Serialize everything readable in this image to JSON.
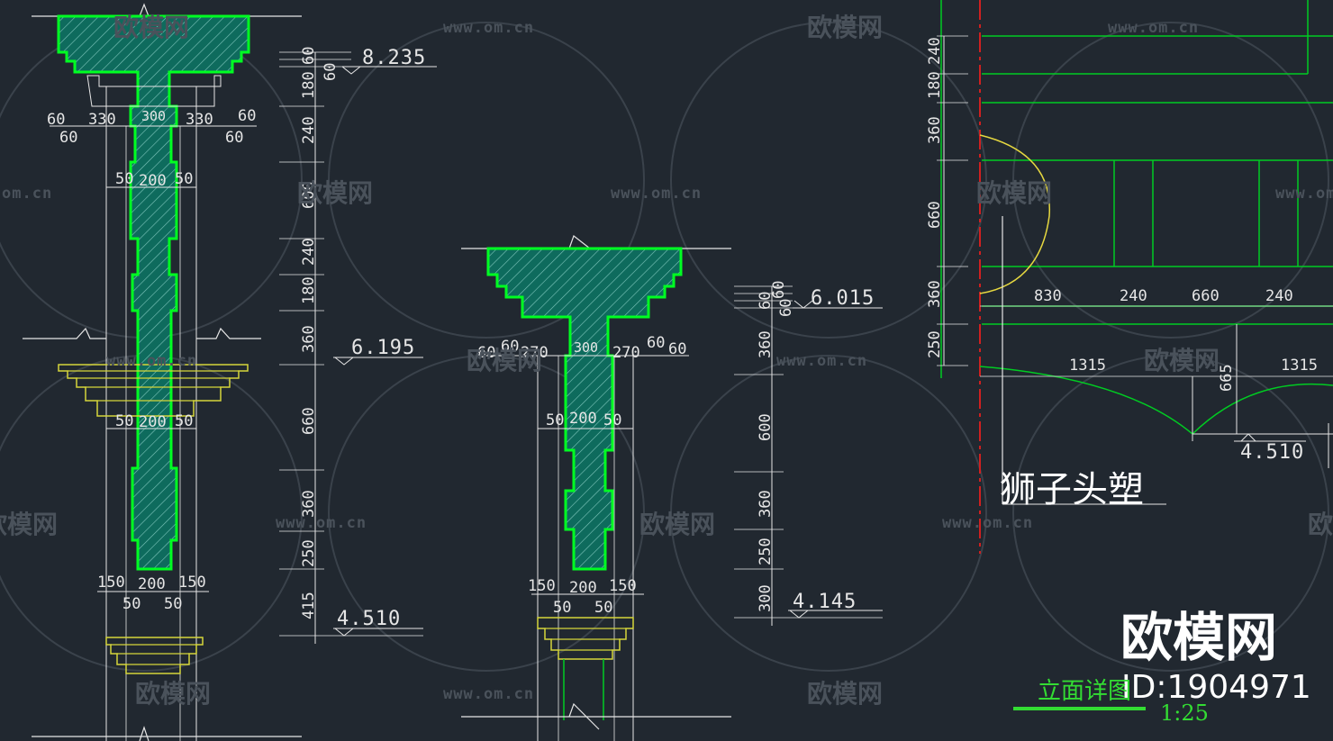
{
  "colors": {
    "background": "#212830",
    "outline": "#00ff22",
    "hatch_fill": "#0e6b5d",
    "dimension": "#e6e6e6",
    "steps": "#d6d63a",
    "red_axis": "#d02020",
    "watermark": "#4a525b"
  },
  "watermark": {
    "brand": "欧模网",
    "url": "www.om.cn",
    "url_partial": "om.cn"
  },
  "col1": {
    "elev_top": "8.235",
    "elev_mid": "6.195",
    "elev_bot": "4.510",
    "dim_top_left": "60",
    "dim_top_left_b": "60",
    "dim_330_l": "330",
    "dim_300": "300",
    "dim_330_r": "330",
    "dim_top_right": "60",
    "dim_top_right_b": "60",
    "dim_50_l": "50",
    "dim_200": "200",
    "dim_50_r": "50",
    "dim2_50_l": "50",
    "dim2_200": "200",
    "dim2_50_r": "50",
    "dim_bot_150_l": "150",
    "dim_bot_200": "200",
    "dim_bot_150_r": "150",
    "dim_bot_50_l": "50",
    "dim_bot_50_r": "50",
    "v_dims": [
      "60",
      "60",
      "180",
      "240",
      "600",
      "240",
      "180",
      "360",
      "660",
      "360",
      "250",
      "415"
    ]
  },
  "col2": {
    "elev_top": "6.015",
    "elev_bot": "4.145",
    "dim_60a": "60",
    "dim_60b": "60",
    "dim_270_l": "270",
    "dim_300": "300",
    "dim_270_r": "270",
    "dim_60c": "60",
    "dim_60d": "60",
    "dim_50_l": "50",
    "dim_200": "200",
    "dim_50_r": "50",
    "dim_bot_150_l": "150",
    "dim_bot_200": "200",
    "dim_bot_150_r": "150",
    "dim_bot_50_l": "50",
    "dim_bot_50_r": "50",
    "v_dims": [
      "60",
      "60",
      "60",
      "360",
      "600",
      "360",
      "250",
      "300"
    ]
  },
  "right": {
    "v_dims": [
      "240",
      "180",
      "360",
      "660",
      "360",
      "250"
    ],
    "h_dims": [
      "830",
      "240",
      "660",
      "240"
    ],
    "arc_span_l": "1315",
    "arc_span_r": "1315",
    "arc_rise": "665",
    "elev": "4.510",
    "label": "狮子头塑"
  },
  "branding": {
    "logo": "欧模网",
    "id": "ID:1904971",
    "drawing_title": "立面详图",
    "scale": "1:25"
  }
}
